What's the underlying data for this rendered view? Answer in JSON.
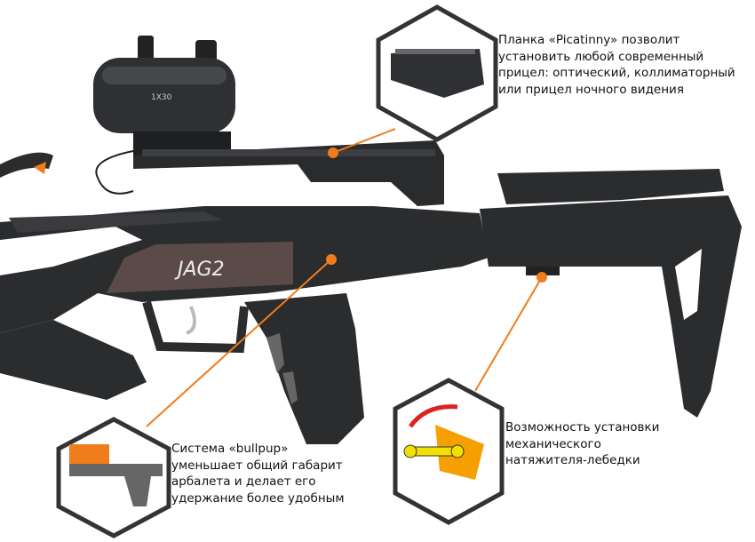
{
  "product": {
    "brand_logo": "JAG2",
    "scope_label": "1X30"
  },
  "colors": {
    "accent": "#f07c1a",
    "body": "#2b2c2e",
    "frame": "#333333"
  },
  "callouts": [
    {
      "id": "picatinny",
      "icon": "picatinny-rail-icon",
      "lines": [
        "Планка «Picatinny» позволит",
        "установить любой современный",
        "прицел: оптический, коллиматорный",
        "или прицел ночного видения"
      ]
    },
    {
      "id": "bullpup",
      "icon": "bullpup-system-icon",
      "lines": [
        "Система «bullpup»",
        "уменьшает общий габарит",
        "арбалета и делает его",
        "удержание более удобным"
      ]
    },
    {
      "id": "winch",
      "icon": "winch-cocking-device-icon",
      "lines": [
        "Возможность установки",
        "механического",
        "натяжителя-лебедки"
      ]
    }
  ]
}
